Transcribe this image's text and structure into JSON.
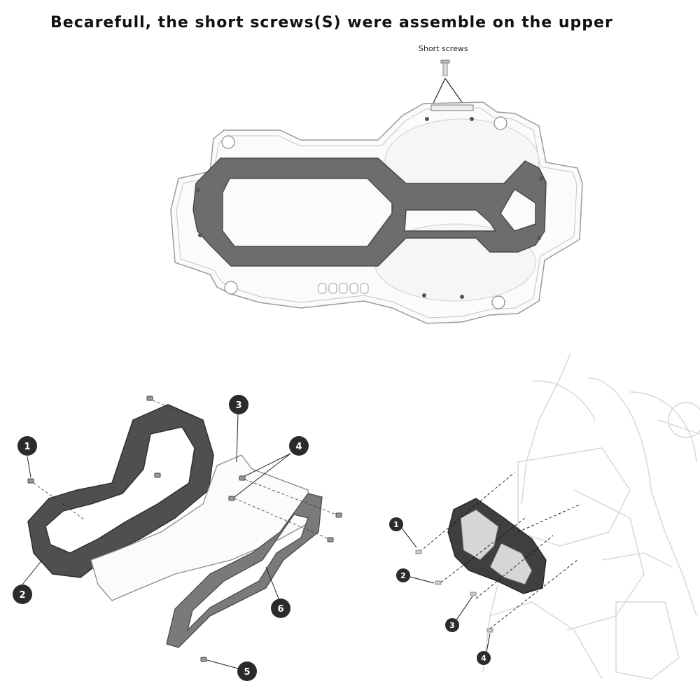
{
  "title": "Becarefull, the short screws(S) were assemble on the upper",
  "short_screws_label": "Short screws",
  "exploded_markers": [
    "1",
    "2",
    "3",
    "4",
    "5",
    "6"
  ],
  "install_markers": [
    "1",
    "2",
    "3",
    "4"
  ],
  "colors": {
    "frame": "#5a5a5a",
    "outline": "#888888",
    "marker": "#2b2b2b"
  }
}
